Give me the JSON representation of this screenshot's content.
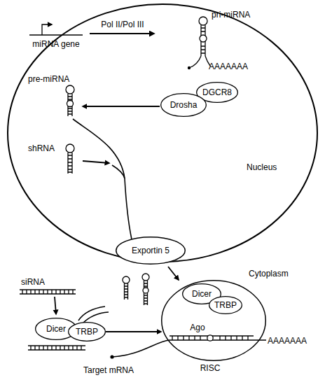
{
  "diagram": {
    "nodes": [
      {
        "text": [
          "Nucleus"
        ]
      },
      {
        "text": [
          "DGCR8"
        ],
        "in": 0
      },
      {
        "text": [
          "Drosha"
        ],
        "in": 0
      },
      {
        "text": [
          "Exportin 5"
        ]
      },
      {
        "text": [
          "Ago",
          "RISC"
        ]
      },
      {
        "text": [
          "Dicer"
        ],
        "in": 4
      },
      {
        "text": [
          "TRBP"
        ],
        "in": 4
      },
      {
        "text": [
          "Dicer"
        ]
      },
      {
        "text": [
          "TRBP"
        ]
      }
    ],
    "edges": [
      {
        "from": 8,
        "to": 4,
        "arrow": "to"
      }
    ],
    "labels": [
      "miRNA gene",
      "Pol II/Pol III",
      "pri-miRNA",
      "AAAAAAA",
      "pre-miRNA",
      "shRNA",
      "Cytoplasm",
      "siRNA",
      "Target mRNA",
      "AAAAAAA"
    ]
  }
}
